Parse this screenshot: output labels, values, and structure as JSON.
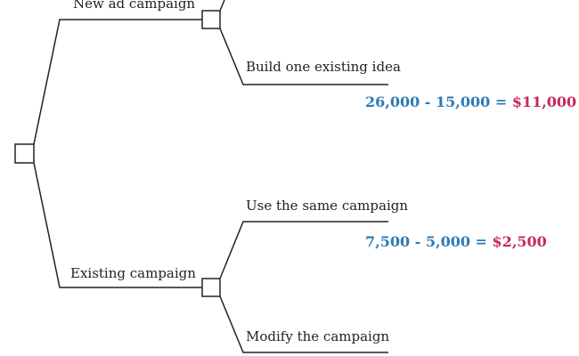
{
  "labels": {
    "new_ad_campaign": "New ad campaign",
    "build_existing_idea": "Build one existing idea",
    "use_same_campaign": "Use the same campaign",
    "existing_campaign": "Existing campaign",
    "modify_campaign": "Modify the campaign"
  },
  "calculations": {
    "new_build": {
      "expr": "26,000 - 15,000 =",
      "result": "$11,000"
    },
    "existing_same": {
      "expr": "7,500 - 5,000 =",
      "result": "$2,500"
    }
  },
  "colors": {
    "line": "#222222",
    "expression": "#2c7bb6",
    "result": "#c8285a"
  }
}
